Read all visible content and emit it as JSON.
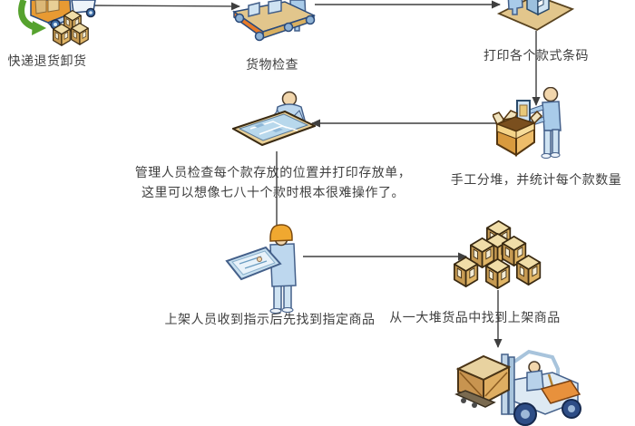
{
  "flowchart": {
    "background": "#ffffff",
    "line_color": "#3f3f3f",
    "text_color": "#3f3f3f",
    "palette": {
      "carton_side": "#e0b566",
      "carton_top": "#f0dda8",
      "floor_tan": "#e2c68c",
      "truck_orange": "#e89a32",
      "belt_stripe_orange": "#e87a28",
      "clothing_blue": "#a9cbe9",
      "skin_tan": "#f2d6ac",
      "return_arrow_green": "#56a22e",
      "hardhat_yellow": "#f0a830",
      "wheel_blue": "#2e4d86"
    },
    "steps": [
      {
        "id": "unloading",
        "icon": "delivery-truck-unloading-icon",
        "label": "快递退货卸货"
      },
      {
        "id": "inspection",
        "icon": "conveyor-inspection-icon",
        "label": "货物检查"
      },
      {
        "id": "print_barcodes",
        "icon": "printer-station-icon",
        "label": "打印各个款式条码"
      },
      {
        "id": "manual_sorting",
        "icon": "open-box-packing-icon",
        "label": "手工分堆，并统计每个款数量"
      },
      {
        "id": "manager_check",
        "icon": "blueprint-review-icon",
        "label_line1": "管理人员检查每个款存放的位置并打印存放单，",
        "label_line2": "这里可以想像七八十个款时根本很难操作了。"
      },
      {
        "id": "worker_locate",
        "icon": "worker-reading-plan-icon",
        "label": "上架人员收到指示后先找到指定商品"
      },
      {
        "id": "find_goods",
        "icon": "carton-pile-icon",
        "label": "从一大堆货品中找到上架商品"
      },
      {
        "id": "forklift_shelving",
        "icon": "forklift-icon"
      }
    ],
    "edges": [
      {
        "from": "unloading",
        "to": "inspection"
      },
      {
        "from": "inspection",
        "to": "print_barcodes"
      },
      {
        "from": "print_barcodes",
        "to": "manual_sorting"
      },
      {
        "from": "manual_sorting",
        "to": "manager_check"
      },
      {
        "from": "manager_check",
        "to": "worker_locate"
      },
      {
        "from": "worker_locate",
        "to": "find_goods"
      },
      {
        "from": "find_goods",
        "to": "forklift_shelving"
      }
    ]
  }
}
